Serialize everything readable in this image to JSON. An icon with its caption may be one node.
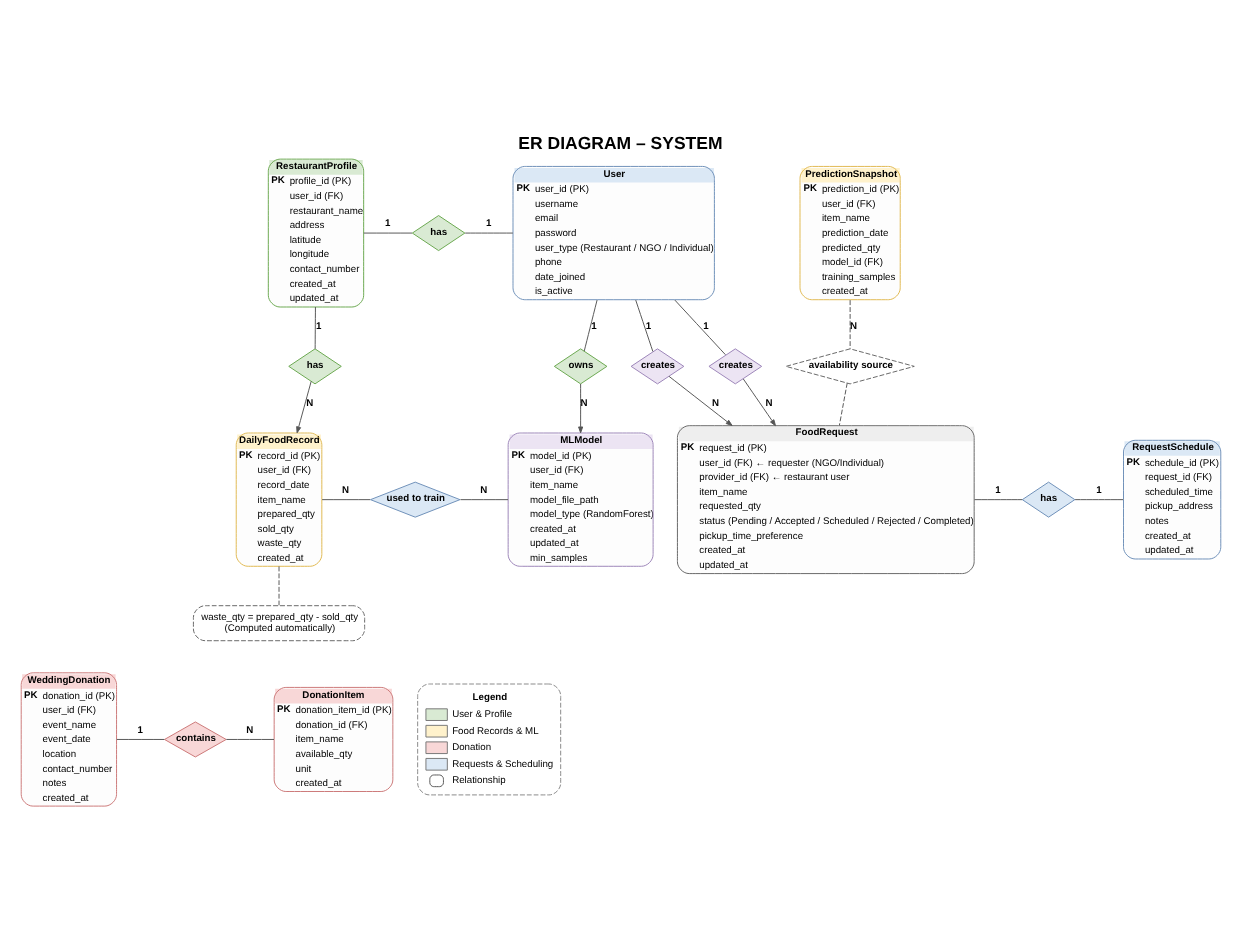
{
  "diagram": {
    "title": "ER DIAGRAM – SYSTEM",
    "nodes": [
      {
        "text": [
          "RestaurantProfile",
          "PK",
          "profile_id (PK)",
          "user_id (FK)",
          "restaurant_name",
          "address",
          "latitude",
          "longitude",
          "contact_number",
          "created_at",
          "updated_at"
        ]
      },
      {
        "text": [
          "User",
          "PK",
          "user_id (PK)",
          "username",
          "email",
          "password",
          "user_type (Restaurant / NGO / Individual)",
          "phone",
          "date_joined",
          "is_active"
        ]
      },
      {
        "text": [
          "has"
        ]
      },
      {
        "text": [
          "owns"
        ]
      },
      {
        "text": [
          "has"
        ]
      },
      {
        "text": [
          "DailyFoodRecord",
          "PK",
          "record_id (PK)",
          "user_id (FK)",
          "record_date",
          "item_name",
          "prepared_qty",
          "sold_qty",
          "waste_qty",
          "created_at"
        ]
      },
      {
        "text": [
          "MLModel",
          "PK",
          "model_id (PK)",
          "user_id (FK)",
          "item_name",
          "model_file_path",
          "model_type (RandomForest)",
          "created_at",
          "updated_at",
          "min_samples"
        ]
      },
      {
        "text": [
          "used to train"
        ]
      },
      {
        "text": [
          "creates"
        ]
      },
      {
        "text": [
          "creates"
        ]
      },
      {
        "text": [
          "PredictionSnapshot",
          "PK",
          "prediction_id (PK)",
          "user_id (FK)",
          "item_name",
          "prediction_date",
          "predicted_qty",
          "model_id (FK)",
          "training_samples",
          "created_at"
        ]
      },
      {
        "text": [
          "availability source"
        ]
      },
      {
        "text": [
          "waste_qty = prepared_qty - sold_qty",
          "(Computed automatically)"
        ]
      },
      {
        "text": [
          "WeddingDonation",
          "PK",
          "donation_id (PK)",
          "user_id (FK)",
          "event_name",
          "event_date",
          "location",
          "contact_number",
          "notes",
          "created_at"
        ]
      },
      {
        "text": [
          "contains"
        ]
      },
      {
        "text": [
          "DonationItem",
          "PK",
          "donation_item_id (PK)",
          "donation_id (FK)",
          "item_name",
          "available_qty",
          "unit",
          "created_at"
        ]
      },
      {
        "text": [
          "FoodRequest",
          "PK",
          "request_id (PK)",
          "user_id (FK) ← requester (NGO/Individual)",
          "provider_id (FK) ← restaurant user",
          "item_name",
          "requested_qty",
          "status (Pending / Accepted / Scheduled / Rejected / Completed)",
          "pickup_time_preference",
          "created_at",
          "updated_at"
        ]
      },
      {
        "text": [
          "has"
        ]
      },
      {
        "text": [
          "RequestSchedule",
          "PK",
          "schedule_id (PK)",
          "request_id (FK)",
          "scheduled_time",
          "pickup_address",
          "notes",
          "created_at",
          "updated_at"
        ]
      }
    ],
    "edges": [
      {
        "from": 0,
        "to": 2,
        "arrow": "none",
        "label": "1"
      },
      {
        "from": 2,
        "to": 1,
        "arrow": "none",
        "label": "1"
      },
      {
        "from": 1,
        "to": 3,
        "arrow": "none",
        "label": "1"
      },
      {
        "from": 3,
        "to": 6,
        "arrow": "to",
        "label": "N"
      },
      {
        "from": 0,
        "to": 4,
        "arrow": "none",
        "label": "1"
      },
      {
        "from": 4,
        "to": 5,
        "arrow": "to",
        "label": "N"
      },
      {
        "from": 5,
        "to": 7,
        "arrow": "none",
        "label": "N"
      },
      {
        "from": 7,
        "to": 6,
        "arrow": "none",
        "label": "N"
      },
      {
        "from": 1,
        "to": 8,
        "arrow": "none",
        "label": "1"
      },
      {
        "from": 8,
        "to": 16,
        "arrow": "to",
        "label": "N"
      },
      {
        "from": 1,
        "to": 9,
        "arrow": "none",
        "label": "1"
      },
      {
        "from": 9,
        "to": 16,
        "arrow": "to",
        "label": "N"
      },
      {
        "from": 10,
        "to": 11,
        "arrow": "none",
        "label": "N",
        "style": "dashed"
      },
      {
        "from": 11,
        "to": 16,
        "arrow": "none",
        "style": "dashed"
      },
      {
        "from": 5,
        "to": 12,
        "arrow": "none",
        "style": "dashed"
      },
      {
        "from": 13,
        "to": 14,
        "arrow": "none",
        "label": "1"
      },
      {
        "from": 14,
        "to": 15,
        "arrow": "none",
        "label": "N"
      },
      {
        "from": 16,
        "to": 17,
        "arrow": "none",
        "label": "1"
      },
      {
        "from": 17,
        "to": 18,
        "arrow": "none",
        "label": "1"
      }
    ],
    "labels": [
      "Legend"
    ],
    "legend": [
      {
        "text": "User & Profile",
        "color": "#d9ead3"
      },
      {
        "text": "Food Records & ML",
        "color": "#fff2cc"
      },
      {
        "text": "Donation",
        "color": "#f8d7d7"
      },
      {
        "text": "Requests & Scheduling",
        "color": "#dbe8f5"
      },
      {
        "text": "Relationship"
      }
    ]
  }
}
